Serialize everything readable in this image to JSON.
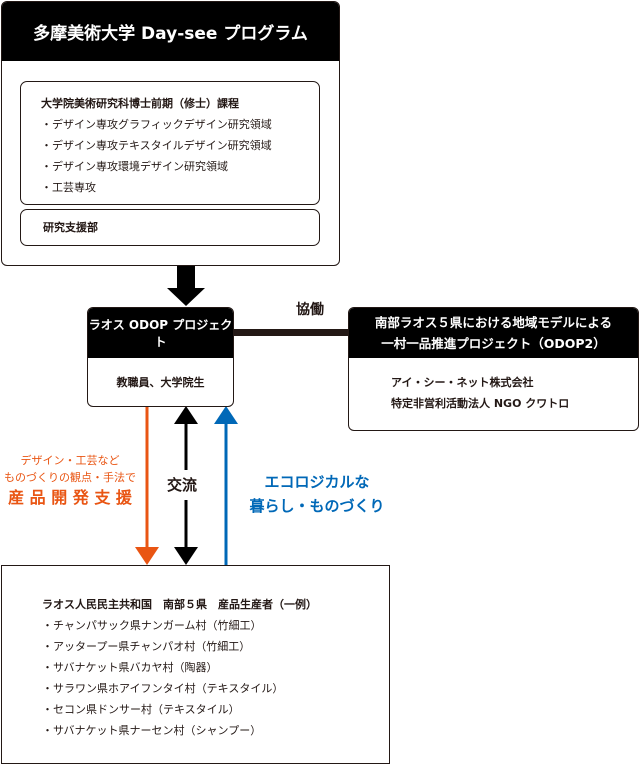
{
  "tama": {
    "title": "多摩美術大学 Day-see プログラム",
    "course_heading": "大学院美術研究科博士前期（修士）課程",
    "courses": [
      "・デザイン専攻グラフィックデザイン研究領域",
      "・デザイン専攻テキスタイルデザイン研究領域",
      "・デザイン専攻環境デザイン研究領域",
      "・工芸専攻"
    ],
    "support": "研究支援部"
  },
  "odop": {
    "title": "ラオス ODOP プロジェクト",
    "members": "教職員、大学院生"
  },
  "collab_label": "協働",
  "odop2": {
    "title_line1": "南部ラオス５県における地域モデルによる",
    "title_line2": "一村一品推進プロジェクト（ODOP2）",
    "partners": [
      "アイ・シー・ネット株式会社",
      "特定非営利活動法人 NGO クワトロ"
    ]
  },
  "flows": {
    "orange_small1": "デザイン・工芸など",
    "orange_small2": "ものづくりの観点・手法で",
    "orange_big": "産 品 開 発 支 援",
    "exchange": "交流",
    "blue1": "エコロジカルな",
    "blue2": "暮らし・ものづくり"
  },
  "laos": {
    "heading": "ラオス人民民主共和国　南部５県　産品生産者（一例）",
    "items": [
      "・チャンパサック県ナンガーム村（竹細工）",
      "・アッタープー県チャンパオ村（竹細工）",
      "・サバナケット県バカヤ村（陶器）",
      "・サラワン県ホアイフンタイ村（テキスタイル）",
      "・セコン県ドンサー村（テキスタイル）",
      "・サバナケット県ナーセン村（シャンプー）"
    ]
  },
  "colors": {
    "orange": "#e95513",
    "blue": "#0068b7",
    "black": "#000000"
  }
}
